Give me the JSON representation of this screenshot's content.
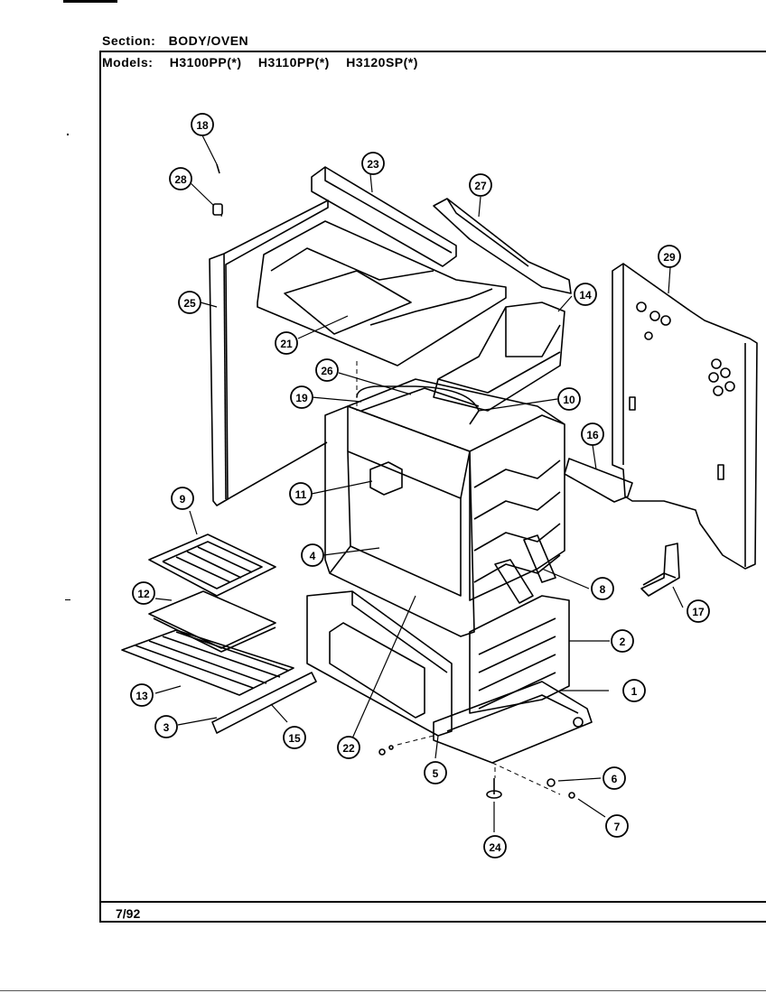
{
  "header": {
    "section_label": "Section:",
    "section_value": "BODY/OVEN",
    "models_label": "Models:",
    "models": [
      "H3100PP(*)",
      "H3110PP(*)",
      "H3120SP(*)"
    ]
  },
  "footer": {
    "date": "7/92"
  },
  "callouts": [
    "18",
    "28",
    "23",
    "27",
    "25",
    "21",
    "14",
    "29",
    "26",
    "19",
    "10",
    "16",
    "11",
    "9",
    "4",
    "8",
    "12",
    "17",
    "2",
    "13",
    "1",
    "3",
    "15",
    "22",
    "5",
    "6",
    "7",
    "24"
  ]
}
